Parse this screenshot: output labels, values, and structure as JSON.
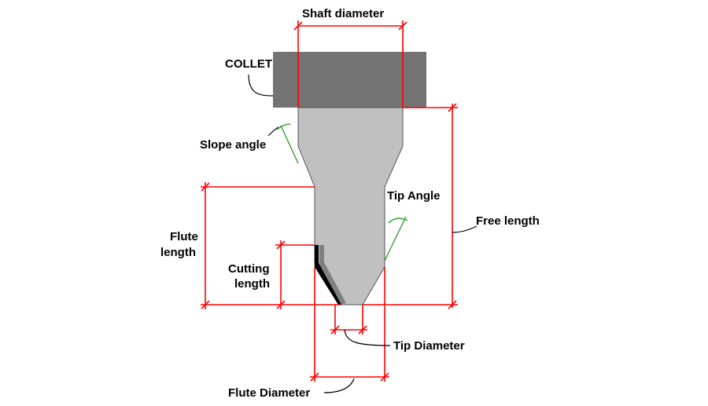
{
  "labels": {
    "shaft_diameter": "Shaft diameter",
    "collet": "COLLET",
    "slope_angle": "Slope angle",
    "tip_angle": "Tip Angle",
    "free_length": "Free length",
    "flute_length_line1": "Flute",
    "flute_length_line2": "length",
    "cutting_length_line1": "Cutting",
    "cutting_length_line2": "length",
    "tip_diameter": "Tip Diameter",
    "flute_diameter": "Flute Diameter"
  },
  "colors": {
    "collet": "#737373",
    "tool_body": "#c0c0c0",
    "cutting_edge_dark": "#000000",
    "cutting_edge_shadow": "#808080",
    "dimension_lines": "#ff0000",
    "angle_arcs": "#33a02c",
    "leaders": "#000000"
  }
}
